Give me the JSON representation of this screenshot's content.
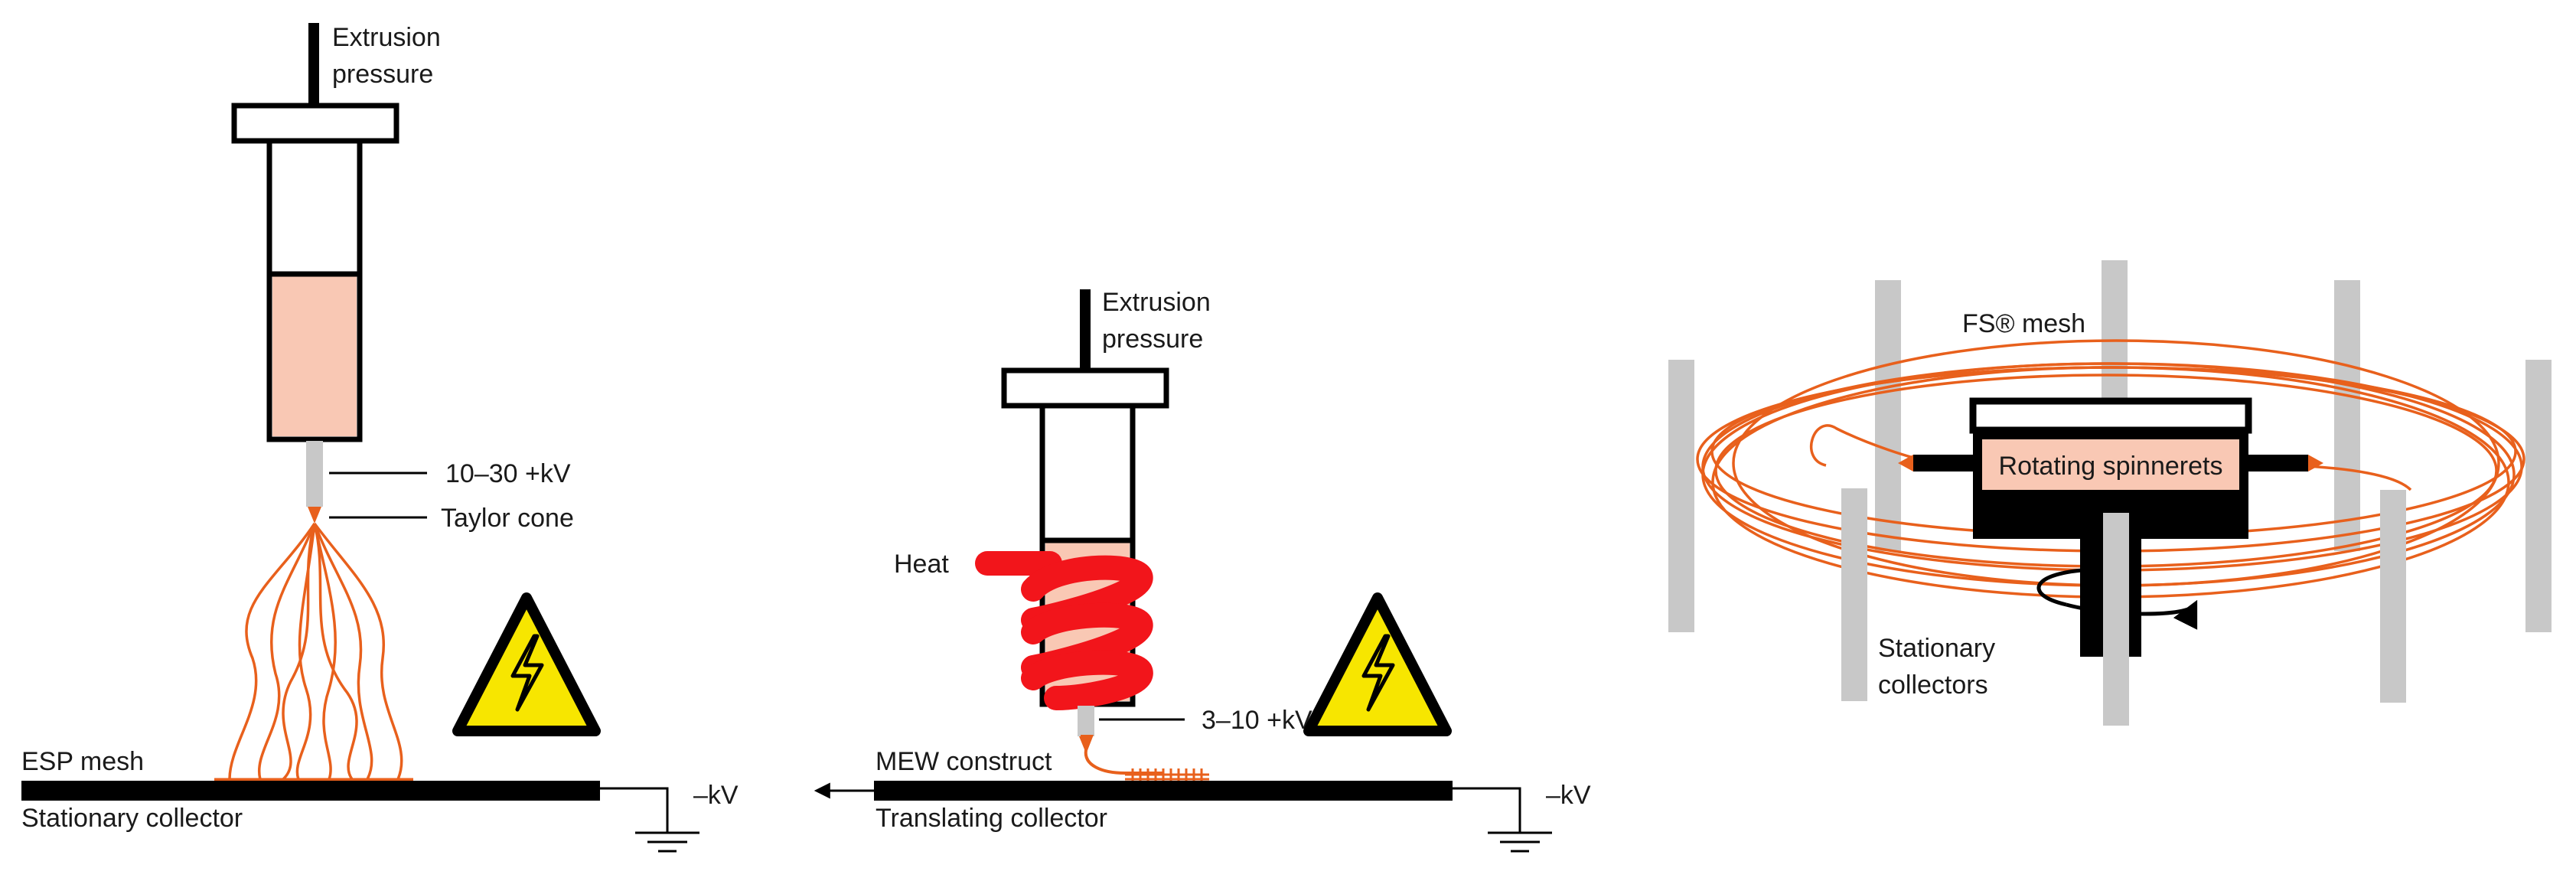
{
  "colors": {
    "fiber": "#e8601c",
    "fluid": "#f9c8b4",
    "heater": "#f2151b",
    "collector": "#c8c8c8",
    "warning_fill": "#f7e600",
    "stroke": "#000000"
  },
  "esp": {
    "extrusion_label_line1": "Extrusion",
    "extrusion_label_line2": "pressure",
    "voltage_label": "10–30 +kV",
    "taylor_cone_label": "Taylor cone",
    "mesh_label": "ESP mesh",
    "collector_label": "Stationary collector",
    "ground_label": "–kV",
    "warning_icon": "high-voltage-warning-icon"
  },
  "mew": {
    "extrusion_label_line1": "Extrusion",
    "extrusion_label_line2": "pressure",
    "heat_label": "Heat",
    "voltage_label": "3–10 +kV",
    "construct_label": "MEW construct",
    "collector_label": "Translating collector",
    "ground_label": "–kV",
    "warning_icon": "high-voltage-warning-icon"
  },
  "fs": {
    "mesh_label": "FS® mesh",
    "spinneret_label": "Rotating spinnerets",
    "collectors_label_line1": "Stationary",
    "collectors_label_line2": "collectors",
    "rotation_icon": "rotation-arrow-icon"
  }
}
